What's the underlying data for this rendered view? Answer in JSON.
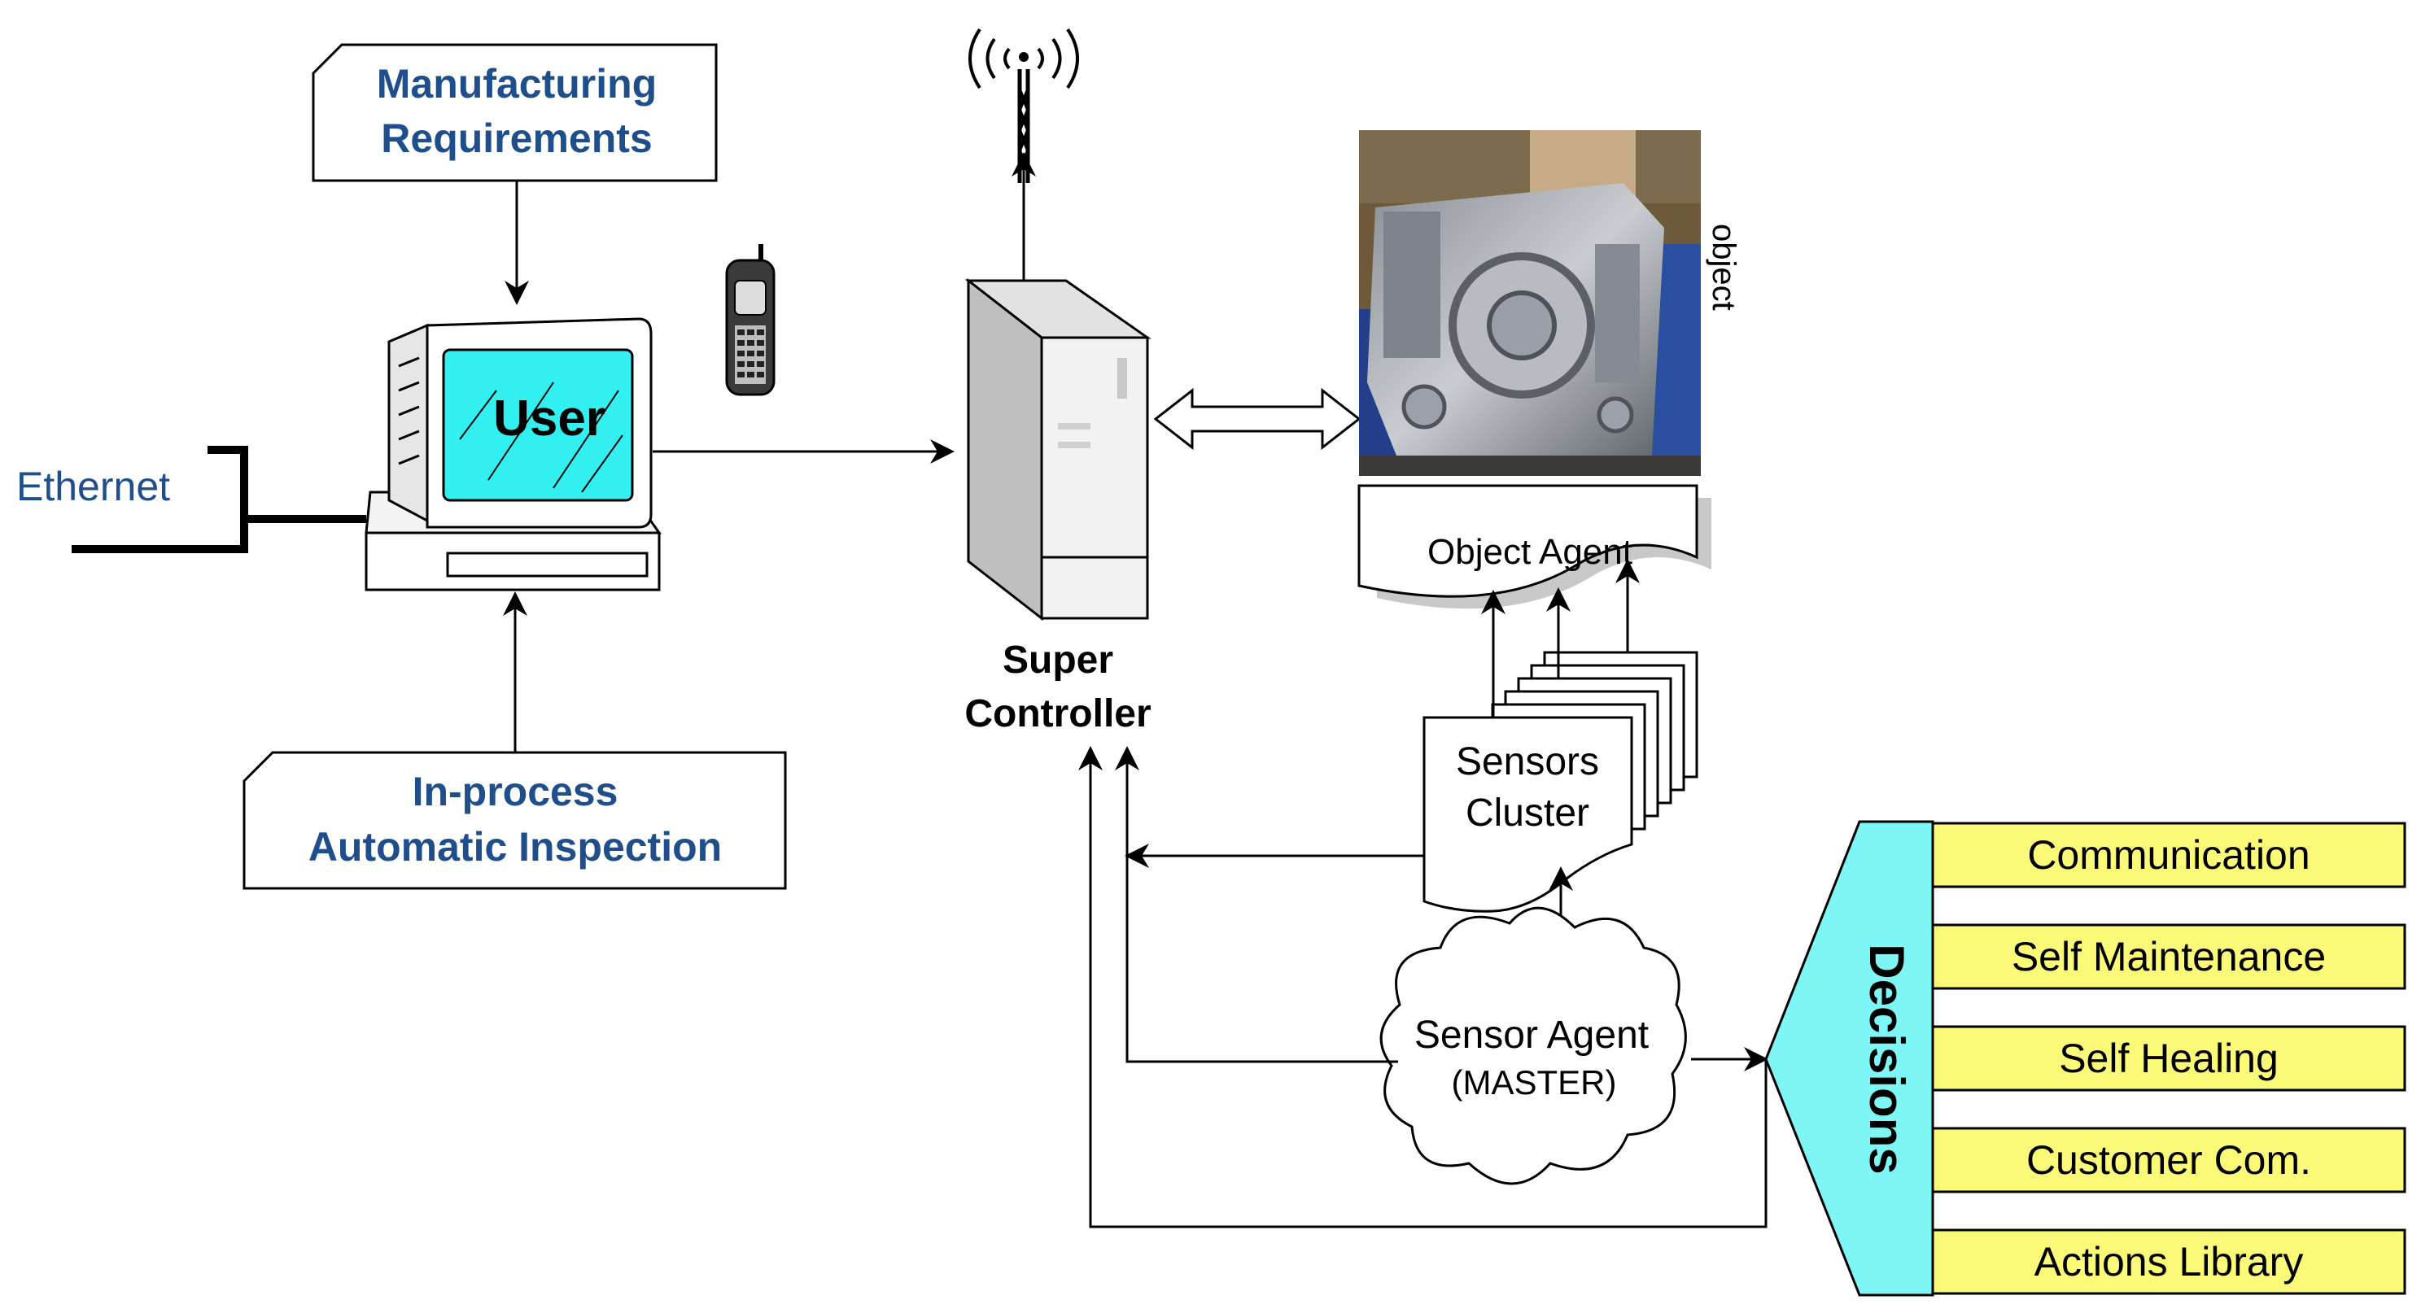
{
  "labels": {
    "manufacturing_line1": "Manufacturing",
    "manufacturing_line2": "Requirements",
    "inprocess_line1": "In-process",
    "inprocess_line2": "Automatic Inspection",
    "ethernet": "Ethernet",
    "user": "User",
    "super_line1": "Super",
    "super_line2": "Controller",
    "object": "object",
    "object_agent": "Object Agent",
    "sensors_line1": "Sensors",
    "sensors_line2": "Cluster",
    "sensor_agent_line1": "Sensor Agent",
    "sensor_agent_line2": "(MASTER)",
    "decisions": "Decisions"
  },
  "decision_items": [
    "Communication",
    "Self Maintenance",
    "Self Healing",
    "Customer Com.",
    "Actions Library"
  ],
  "colors": {
    "label_blue": "#1f4e8c",
    "screen_cyan": "#33f0f0",
    "decision_cyan": "#7ff6f6",
    "item_yellow": "#fafa78",
    "line": "#000000"
  }
}
